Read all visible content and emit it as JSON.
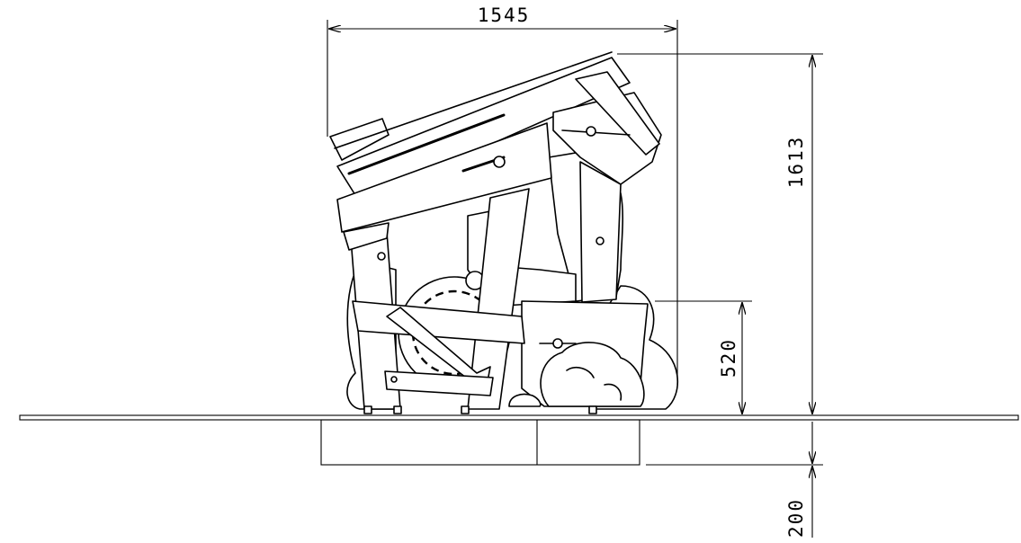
{
  "dimensions": {
    "overall_width": "1545",
    "overall_height": "1613",
    "platform_height": "520",
    "foundation_depth": "200"
  }
}
